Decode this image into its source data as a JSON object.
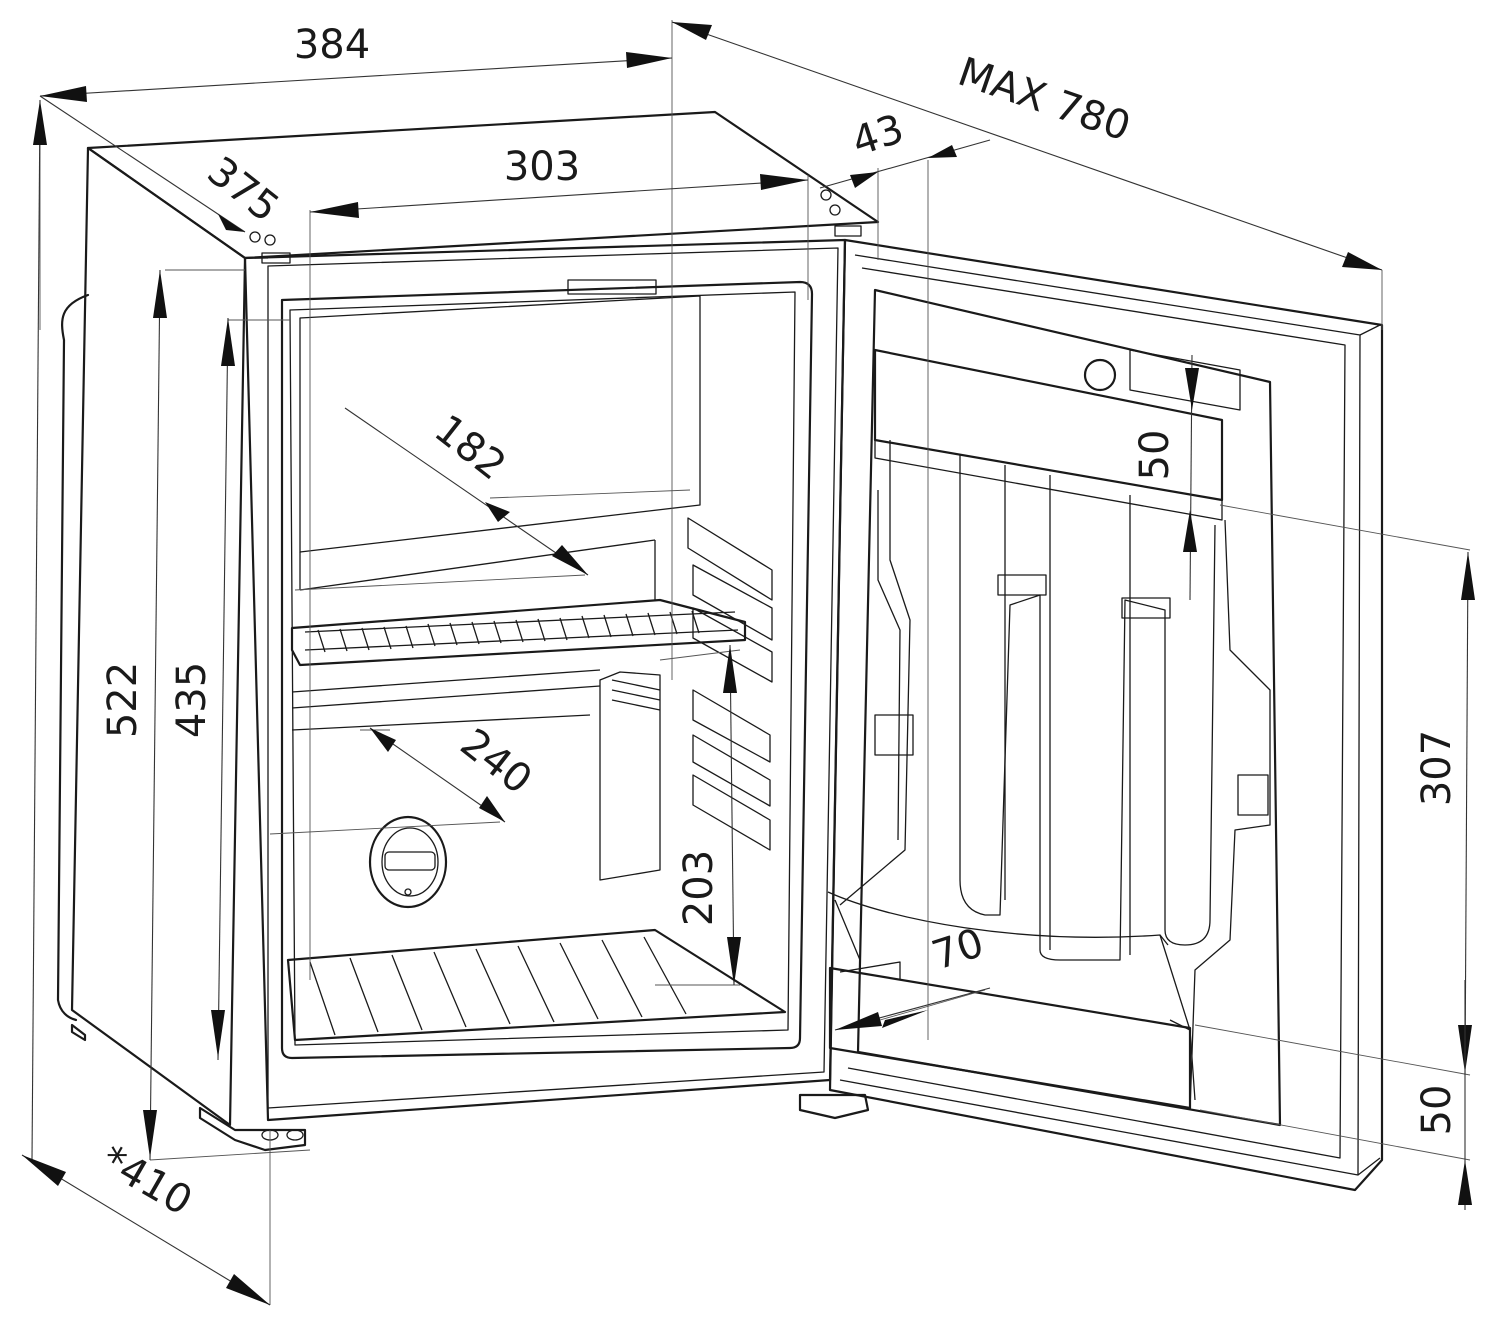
{
  "colors": {
    "line": "#1a1a1a",
    "background": "#ffffff"
  },
  "dimensions": {
    "width_outer": "384",
    "depth_top": "375",
    "width_inner": "303",
    "door_gap": "43",
    "max_depth_open": "MAX 780",
    "height_outer": "522",
    "height_inner": "435",
    "shelf_depth_upper": "182",
    "shelf_depth_lower": "240",
    "lower_compartment_height": "203",
    "door_rack_upper_height": "50",
    "door_inner_height": "307",
    "door_bin_depth": "70",
    "door_bin_height": "50",
    "depth_with_handle": "*410"
  }
}
